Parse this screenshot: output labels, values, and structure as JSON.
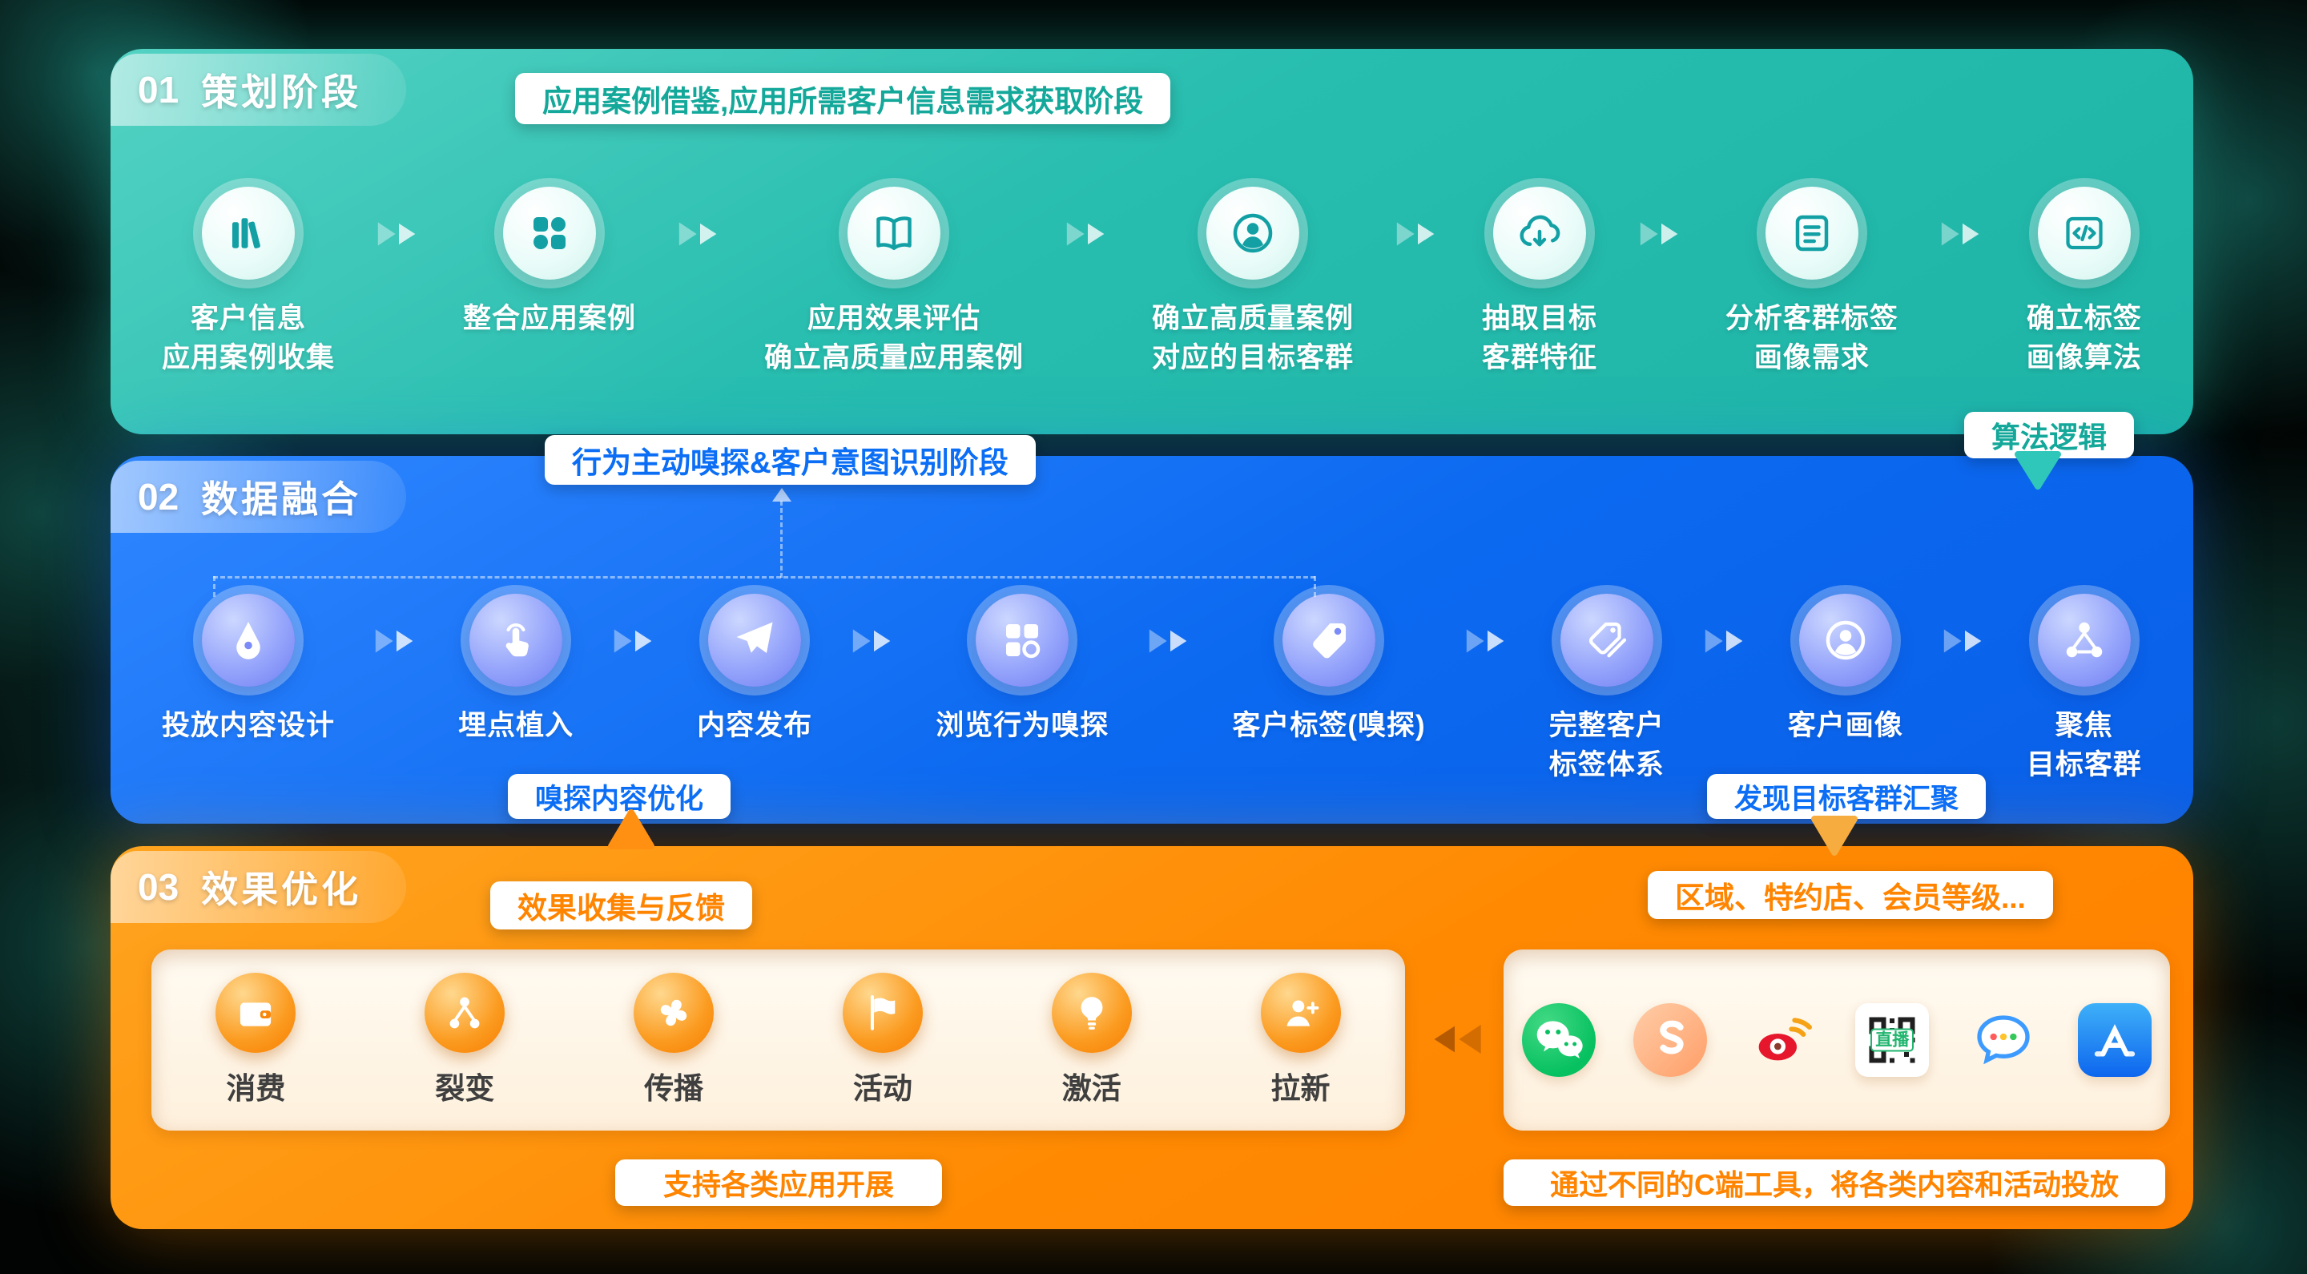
{
  "colors": {
    "phase1": "#23BBAD",
    "phase2": "#0B6EF5",
    "phase3": "#FF8A00",
    "background": "#000000"
  },
  "phases": [
    {
      "number": "01",
      "title": "策划阶段",
      "banner": "应用案例借鉴,应用所需客户信息需求获取阶段",
      "tail_label": "算法逻辑",
      "steps": [
        {
          "icon": "books-icon",
          "label": "客户信息\n应用案例收集"
        },
        {
          "icon": "modules-icon",
          "label": "整合应用案例"
        },
        {
          "icon": "open-book-icon",
          "label": "应用效果评估\n确立高质量应用案例"
        },
        {
          "icon": "customer-icon",
          "label": "确立高质量案例\n对应的目标客群"
        },
        {
          "icon": "cloud-extract-icon",
          "label": "抽取目标\n客群特征"
        },
        {
          "icon": "doc-analysis-icon",
          "label": "分析客群标签\n画像需求"
        },
        {
          "icon": "algorithm-code-icon",
          "label": "确立标签\n画像算法"
        }
      ]
    },
    {
      "number": "02",
      "title": "数据融合",
      "banner": "行为主动嗅探&客户意图识别阶段",
      "chip_optimize": "嗅探内容优化",
      "chip_converge": "发现目标客群汇聚",
      "steps": [
        {
          "icon": "pen-icon",
          "label": "投放内容设计"
        },
        {
          "icon": "tap-icon",
          "label": "埋点植入"
        },
        {
          "icon": "send-icon",
          "label": "内容发布"
        },
        {
          "icon": "browse-scan-icon",
          "label": "浏览行为嗅探"
        },
        {
          "icon": "tag-icon",
          "label": "客户标签(嗅探)"
        },
        {
          "icon": "tags-icon",
          "label": "完整客户\n标签体系"
        },
        {
          "icon": "profile-icon",
          "label": "客户画像"
        },
        {
          "icon": "focus-network-icon",
          "label": "聚焦\n目标客群"
        }
      ]
    },
    {
      "number": "03",
      "title": "效果优化",
      "chip_feedback": "效果收集与反馈",
      "chip_segments": "区域、特约店、会员等级...",
      "chip_apps": "支持各类应用开展",
      "chip_tools": "通过不同的C端工具，将各类内容和活动投放",
      "activities": [
        {
          "icon": "wallet-icon",
          "label": "消费"
        },
        {
          "icon": "fission-icon",
          "label": "裂变"
        },
        {
          "icon": "spread-icon",
          "label": "传播"
        },
        {
          "icon": "flag-icon",
          "label": "活动"
        },
        {
          "icon": "bulb-icon",
          "label": "激活"
        },
        {
          "icon": "add-user-icon",
          "label": "拉新"
        }
      ],
      "apps": [
        {
          "icon": "wechat-icon"
        },
        {
          "icon": "s-curve-app-icon"
        },
        {
          "icon": "weibo-icon"
        },
        {
          "icon": "live-qr-icon",
          "label": "直播"
        },
        {
          "icon": "chat-app-icon"
        },
        {
          "icon": "appstore-icon"
        }
      ]
    }
  ]
}
